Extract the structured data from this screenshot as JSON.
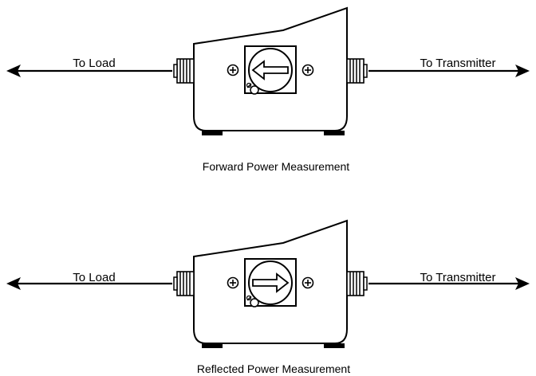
{
  "diagrams": [
    {
      "caption": "Forward Power Measurement",
      "left_label": "To Load",
      "right_label": "To Transmitter",
      "element_arrow": "left"
    },
    {
      "caption": "Reflected Power Measurement",
      "left_label": "To Load",
      "right_label": "To Transmitter",
      "element_arrow": "right"
    }
  ],
  "colors": {
    "line": "#000000",
    "body_fill": "#ffffff"
  },
  "icons": {
    "screw": "screw-icon",
    "connector": "connector-icon",
    "element_arrow": "arrow-icon"
  }
}
